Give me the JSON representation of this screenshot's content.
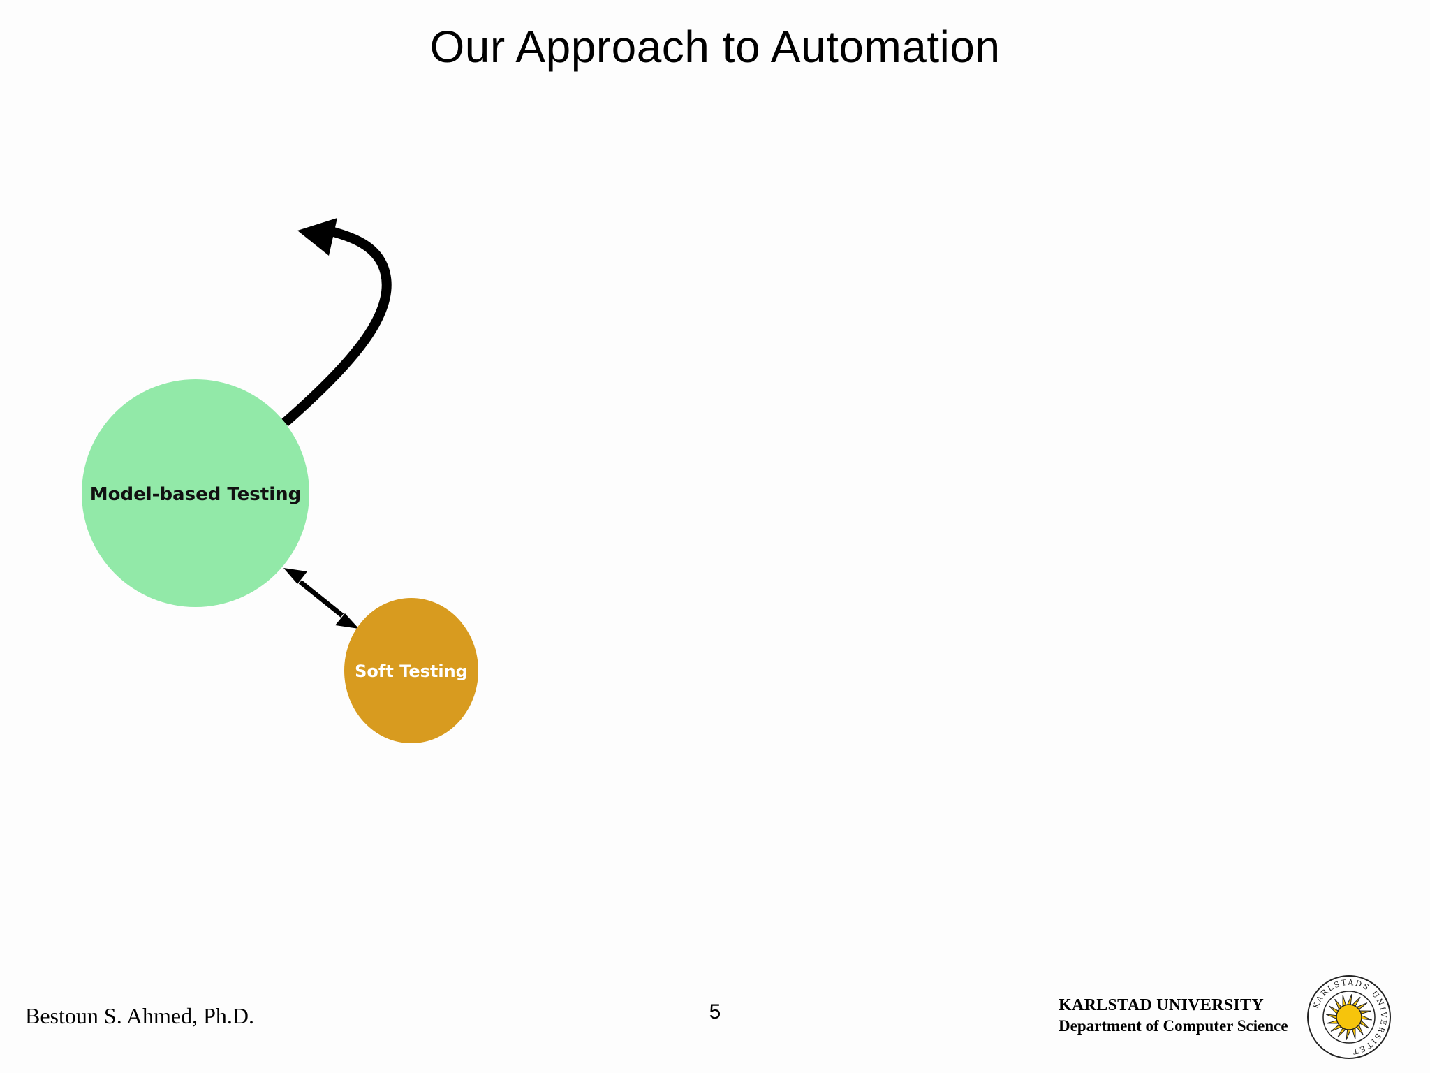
{
  "slide": {
    "title": "Our Approach to Automation",
    "footer": {
      "author": "Bestoun S. Ahmed, Ph.D.",
      "page_number": "5",
      "university_name": "KARLSTAD UNIVERSITY",
      "department": "Department of Computer Science",
      "seal_text": "KARLSTADS UNIVERSITET"
    }
  },
  "diagram": {
    "nodes": [
      {
        "id": "mbt",
        "label": "Model-based Testing",
        "color": "#92e9a8"
      },
      {
        "id": "soft",
        "label": "Soft Testing",
        "color": "#d89b1f"
      }
    ],
    "edges": [
      {
        "from": "mbt",
        "to": "",
        "direction": "outgoing-curved"
      },
      {
        "from": "mbt",
        "to": "soft",
        "direction": "bidirectional"
      }
    ]
  },
  "colors": {
    "background": "#fdfdfd",
    "mbt_circle": "#92e9a8",
    "soft_circle": "#d89b1f",
    "arrow": "#000000",
    "seal_sun": "#f6c40c"
  }
}
